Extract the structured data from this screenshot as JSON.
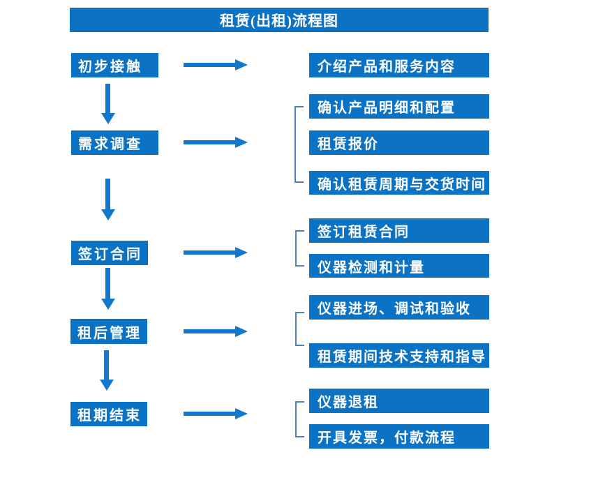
{
  "title": "租赁(出租)流程图",
  "colors": {
    "box_fill": "#0b72c4",
    "arrow": "#1278cc",
    "bracket": "#4e81bc",
    "text": "#ffffff",
    "background": "#ffffff"
  },
  "steps": [
    {
      "label": "初步接触",
      "outputs": [
        "介绍产品和服务内容"
      ]
    },
    {
      "label": "需求调查",
      "outputs": [
        "确认产品明细和配置",
        "租赁报价",
        "确认租赁周期与交货时间"
      ]
    },
    {
      "label": "签订合同",
      "outputs": [
        "签订租赁合同",
        "仪器检测和计量"
      ]
    },
    {
      "label": "租后管理",
      "outputs": [
        "仪器进场、调试和验收",
        "租赁期间技术支持和指导"
      ]
    },
    {
      "label": "租期结束",
      "outputs": [
        "仪器退租",
        "开具发票，付款流程"
      ]
    }
  ]
}
